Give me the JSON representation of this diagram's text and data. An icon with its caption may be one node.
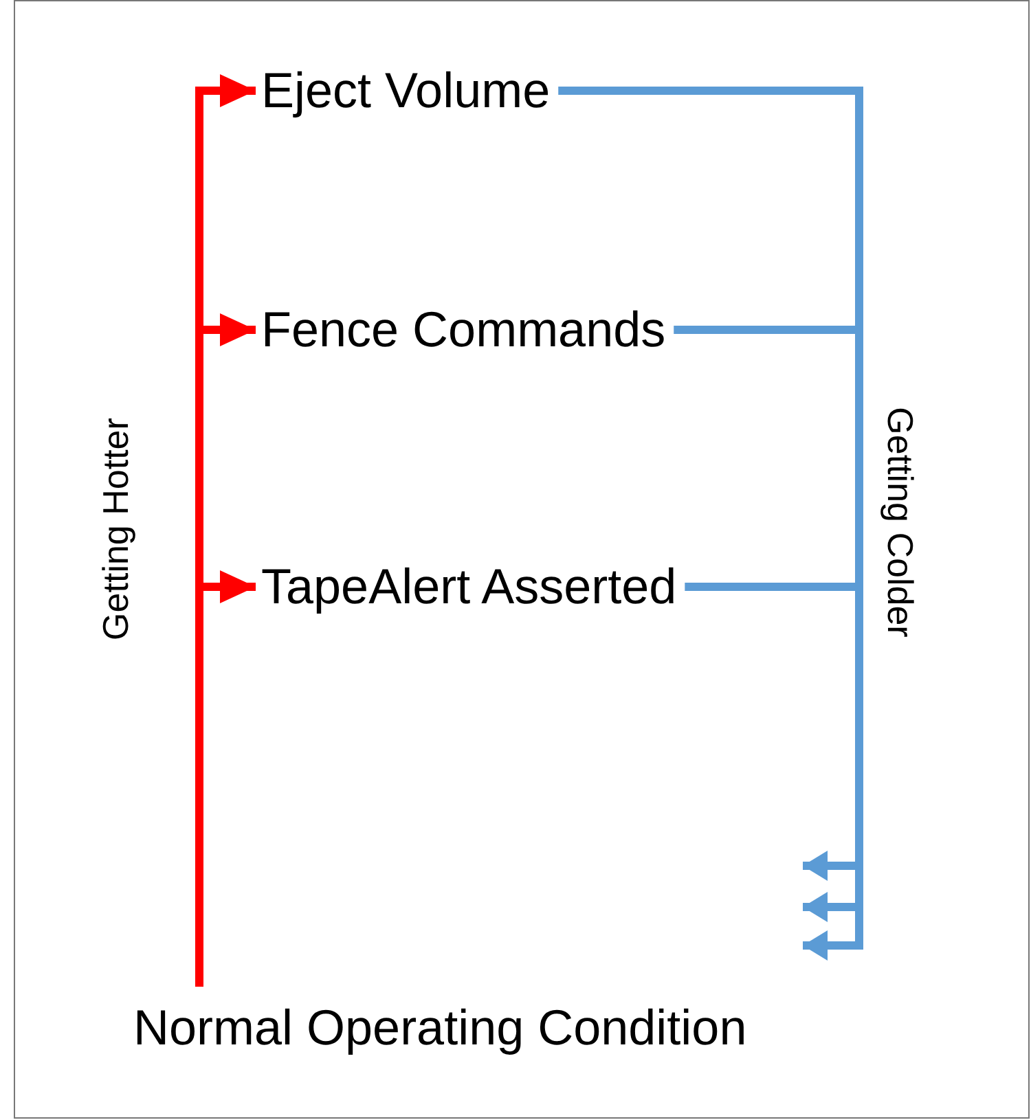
{
  "diagram": {
    "nodes": [
      {
        "text": [
          "Normal Operating Condition"
        ]
      },
      {
        "text": [
          "TapeAlert Asserted"
        ]
      },
      {
        "text": [
          "Fence Commands"
        ]
      },
      {
        "text": [
          "Eject Volume"
        ]
      }
    ],
    "edges": [
      {
        "from": 0,
        "to": 3,
        "arrow": "to",
        "color": "#ff0000"
      },
      {
        "from": 0,
        "to": 2,
        "arrow": "to",
        "color": "#ff0000"
      },
      {
        "from": 0,
        "to": 1,
        "arrow": "to",
        "color": "#ff0000"
      },
      {
        "from": 3,
        "to": null,
        "arrow": "to",
        "color": "#5b9bd5"
      },
      {
        "from": 2,
        "to": null,
        "arrow": "to",
        "color": "#5b9bd5"
      },
      {
        "from": 1,
        "to": null,
        "arrow": "to",
        "color": "#5b9bd5"
      }
    ],
    "labels": [
      "Getting Hotter",
      "Getting Colder"
    ]
  }
}
